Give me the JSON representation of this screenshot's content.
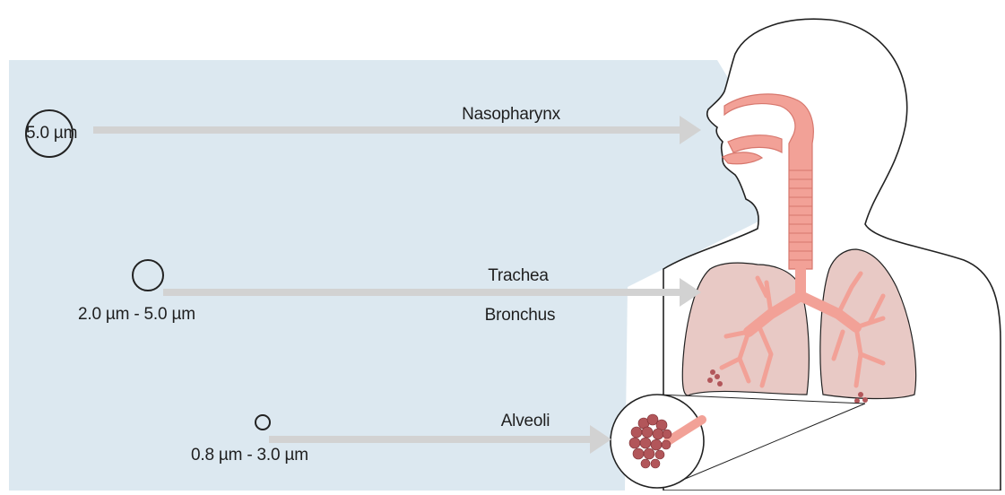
{
  "colors": {
    "background_panel": "#dce8f0",
    "arrow": "#d2d2d2",
    "airway": "#f2a197",
    "airway_stroke": "#d7776d",
    "lung": "#e8c9c5",
    "alveoli": "#b2565a",
    "outline": "#222222"
  },
  "particles": [
    {
      "size_label": "5.0 µm",
      "target": "Nasopharynx"
    },
    {
      "size_label": "2.0 µm - 5.0 µm",
      "target_line1": "Trachea",
      "target_line2": "Bronchus"
    },
    {
      "size_label": "0.8 µm - 3.0 µm",
      "target": "Alveoli"
    }
  ]
}
